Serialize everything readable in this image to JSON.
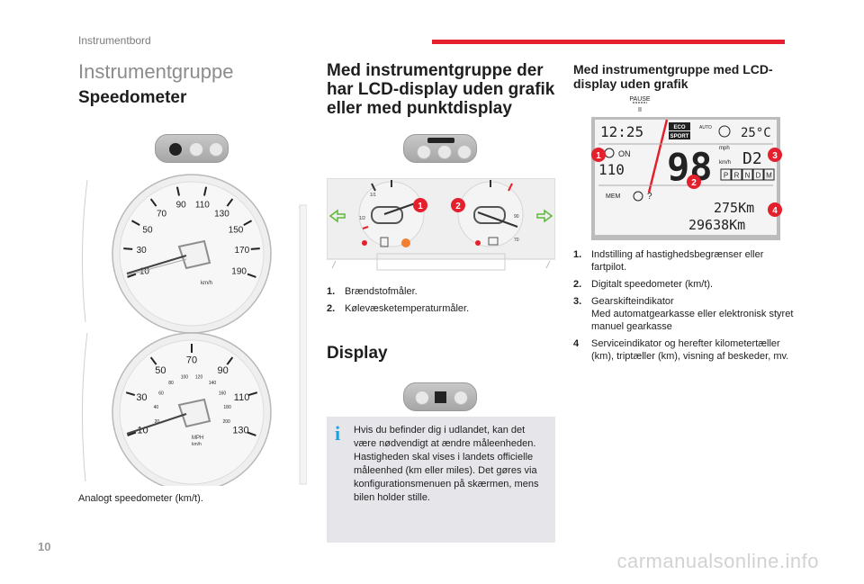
{
  "header": {
    "section_label": "Instrumentbord",
    "accent_color": "#e3202c"
  },
  "page_number": "10",
  "watermark": "carmanualsonline.info",
  "main_title": "Instrumentgruppe",
  "speedometer": {
    "heading": "Speedometer",
    "caption": "Analogt speedometer (km/t).",
    "kmh_dial": {
      "ticks": [
        "10",
        "30",
        "50",
        "70",
        "90",
        "110",
        "130",
        "150",
        "170",
        "190"
      ],
      "unit": "km/h"
    },
    "mph_dial": {
      "outer_ticks": [
        "10",
        "30",
        "50",
        "70",
        "90",
        "110",
        "130"
      ],
      "inner_ticks": [
        "20",
        "40",
        "60",
        "80",
        "100",
        "120",
        "140",
        "160",
        "180",
        "200"
      ],
      "unit_top": "MPH",
      "unit_bottom": "km/h"
    }
  },
  "lcd_section": {
    "heading": "Med instrumentgruppe der har LCD-display uden grafik eller med punktdisplay",
    "items": [
      {
        "num": "1.",
        "text": "Brændstofmåler."
      },
      {
        "num": "2.",
        "text": "Kølevæsketemperaturmåler."
      }
    ],
    "gauges": {
      "left_labels": [
        "1/2",
        "1/1"
      ],
      "right_labels": [
        "90",
        "70"
      ],
      "callouts": [
        "1",
        "2"
      ]
    }
  },
  "display_section": {
    "heading": "Display",
    "info_text": "Hvis du befinder dig i udlandet, kan det være nødvendigt at ændre måleenheden. Hastigheden skal vises i landets officielle måleenhed (km eller miles). Det gøres via konfigurationsmenuen på skærmen, mens bilen holder stille."
  },
  "lcd_nographic": {
    "heading": "Med instrumentgruppe med LCD-display uden grafik",
    "display": {
      "pause": "PAUSE",
      "pause_sub": "II",
      "time": "12:25",
      "eco": "ECO",
      "sport": "SPORT",
      "auto": "AUTO",
      "temp": "25°C",
      "on": "ON",
      "limit": "110",
      "speed": "98",
      "mph": "mph",
      "kmh": "km/h",
      "gear": "D2",
      "gears": [
        "P",
        "R",
        "N",
        "D",
        "M"
      ],
      "mem": "MEM",
      "help": "?",
      "trip": "275Km",
      "odo": "29638Km"
    },
    "callouts": [
      "1",
      "2",
      "3",
      "4"
    ],
    "items": [
      {
        "num": "1.",
        "text": "Indstilling af hastighedsbegrænser eller fartpilot."
      },
      {
        "num": "2.",
        "text": "Digitalt speedometer (km/t)."
      },
      {
        "num": "3.",
        "text": "Gearskifteindikator\nMed automatgearkasse eller elektronisk styret manuel gearkasse"
      },
      {
        "num": "4",
        "text": "Serviceindikator og herefter kilometertæller (km), triptæller (km), visning af beskeder, mv."
      }
    ]
  }
}
